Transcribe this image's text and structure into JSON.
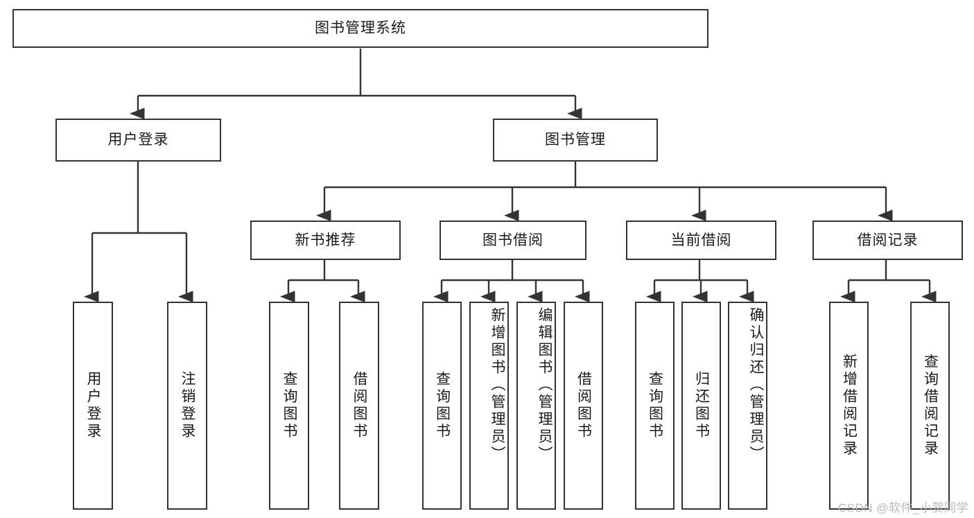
{
  "diagram": {
    "type": "tree",
    "title": "图书管理系统",
    "watermark": "CSDN @软件_小贺同学",
    "stroke_color": "#333333",
    "background_color": "#ffffff",
    "root": {
      "id": "root",
      "label": "图书管理系统",
      "orientation": "horizontal"
    },
    "level2": [
      {
        "id": "user-login",
        "label": "用户登录",
        "orientation": "horizontal"
      },
      {
        "id": "book-manage",
        "label": "图书管理",
        "orientation": "horizontal"
      }
    ],
    "level3": [
      {
        "id": "new-book-rec",
        "label": "新书推荐",
        "orientation": "horizontal",
        "parent": "book-manage"
      },
      {
        "id": "book-borrow",
        "label": "图书借阅",
        "orientation": "horizontal",
        "parent": "book-manage"
      },
      {
        "id": "current-borrow",
        "label": "当前借阅",
        "orientation": "horizontal",
        "parent": "book-manage"
      },
      {
        "id": "borrow-record",
        "label": "借阅记录",
        "orientation": "horizontal",
        "parent": "book-manage"
      }
    ],
    "leaves": [
      {
        "id": "leaf-user-login",
        "label": "用户登录",
        "parent": "user-login",
        "orientation": "vertical"
      },
      {
        "id": "leaf-logout",
        "label": "注销登录",
        "parent": "user-login",
        "orientation": "vertical"
      },
      {
        "id": "leaf-query-book-1",
        "label": "查询图书",
        "parent": "new-book-rec",
        "orientation": "vertical"
      },
      {
        "id": "leaf-borrow-book-1",
        "label": "借阅图书",
        "parent": "new-book-rec",
        "orientation": "vertical"
      },
      {
        "id": "leaf-query-book-2",
        "label": "查询图书",
        "parent": "book-borrow",
        "orientation": "vertical"
      },
      {
        "id": "leaf-add-book",
        "label": "新增图书（管理员）",
        "parent": "book-borrow",
        "orientation": "vertical"
      },
      {
        "id": "leaf-edit-book",
        "label": "编辑图书（管理员）",
        "parent": "book-borrow",
        "orientation": "vertical"
      },
      {
        "id": "leaf-borrow-book-2",
        "label": "借阅图书",
        "parent": "book-borrow",
        "orientation": "vertical"
      },
      {
        "id": "leaf-query-book-3",
        "label": "查询图书",
        "parent": "current-borrow",
        "orientation": "vertical"
      },
      {
        "id": "leaf-return-book",
        "label": "归还图书",
        "parent": "current-borrow",
        "orientation": "vertical"
      },
      {
        "id": "leaf-confirm-return",
        "label": "确认归还（管理员）",
        "parent": "current-borrow",
        "orientation": "vertical"
      },
      {
        "id": "leaf-add-record",
        "label": "新增借阅记录",
        "parent": "borrow-record",
        "orientation": "vertical"
      },
      {
        "id": "leaf-query-record",
        "label": "查询借阅记录",
        "parent": "borrow-record",
        "orientation": "vertical"
      }
    ]
  }
}
